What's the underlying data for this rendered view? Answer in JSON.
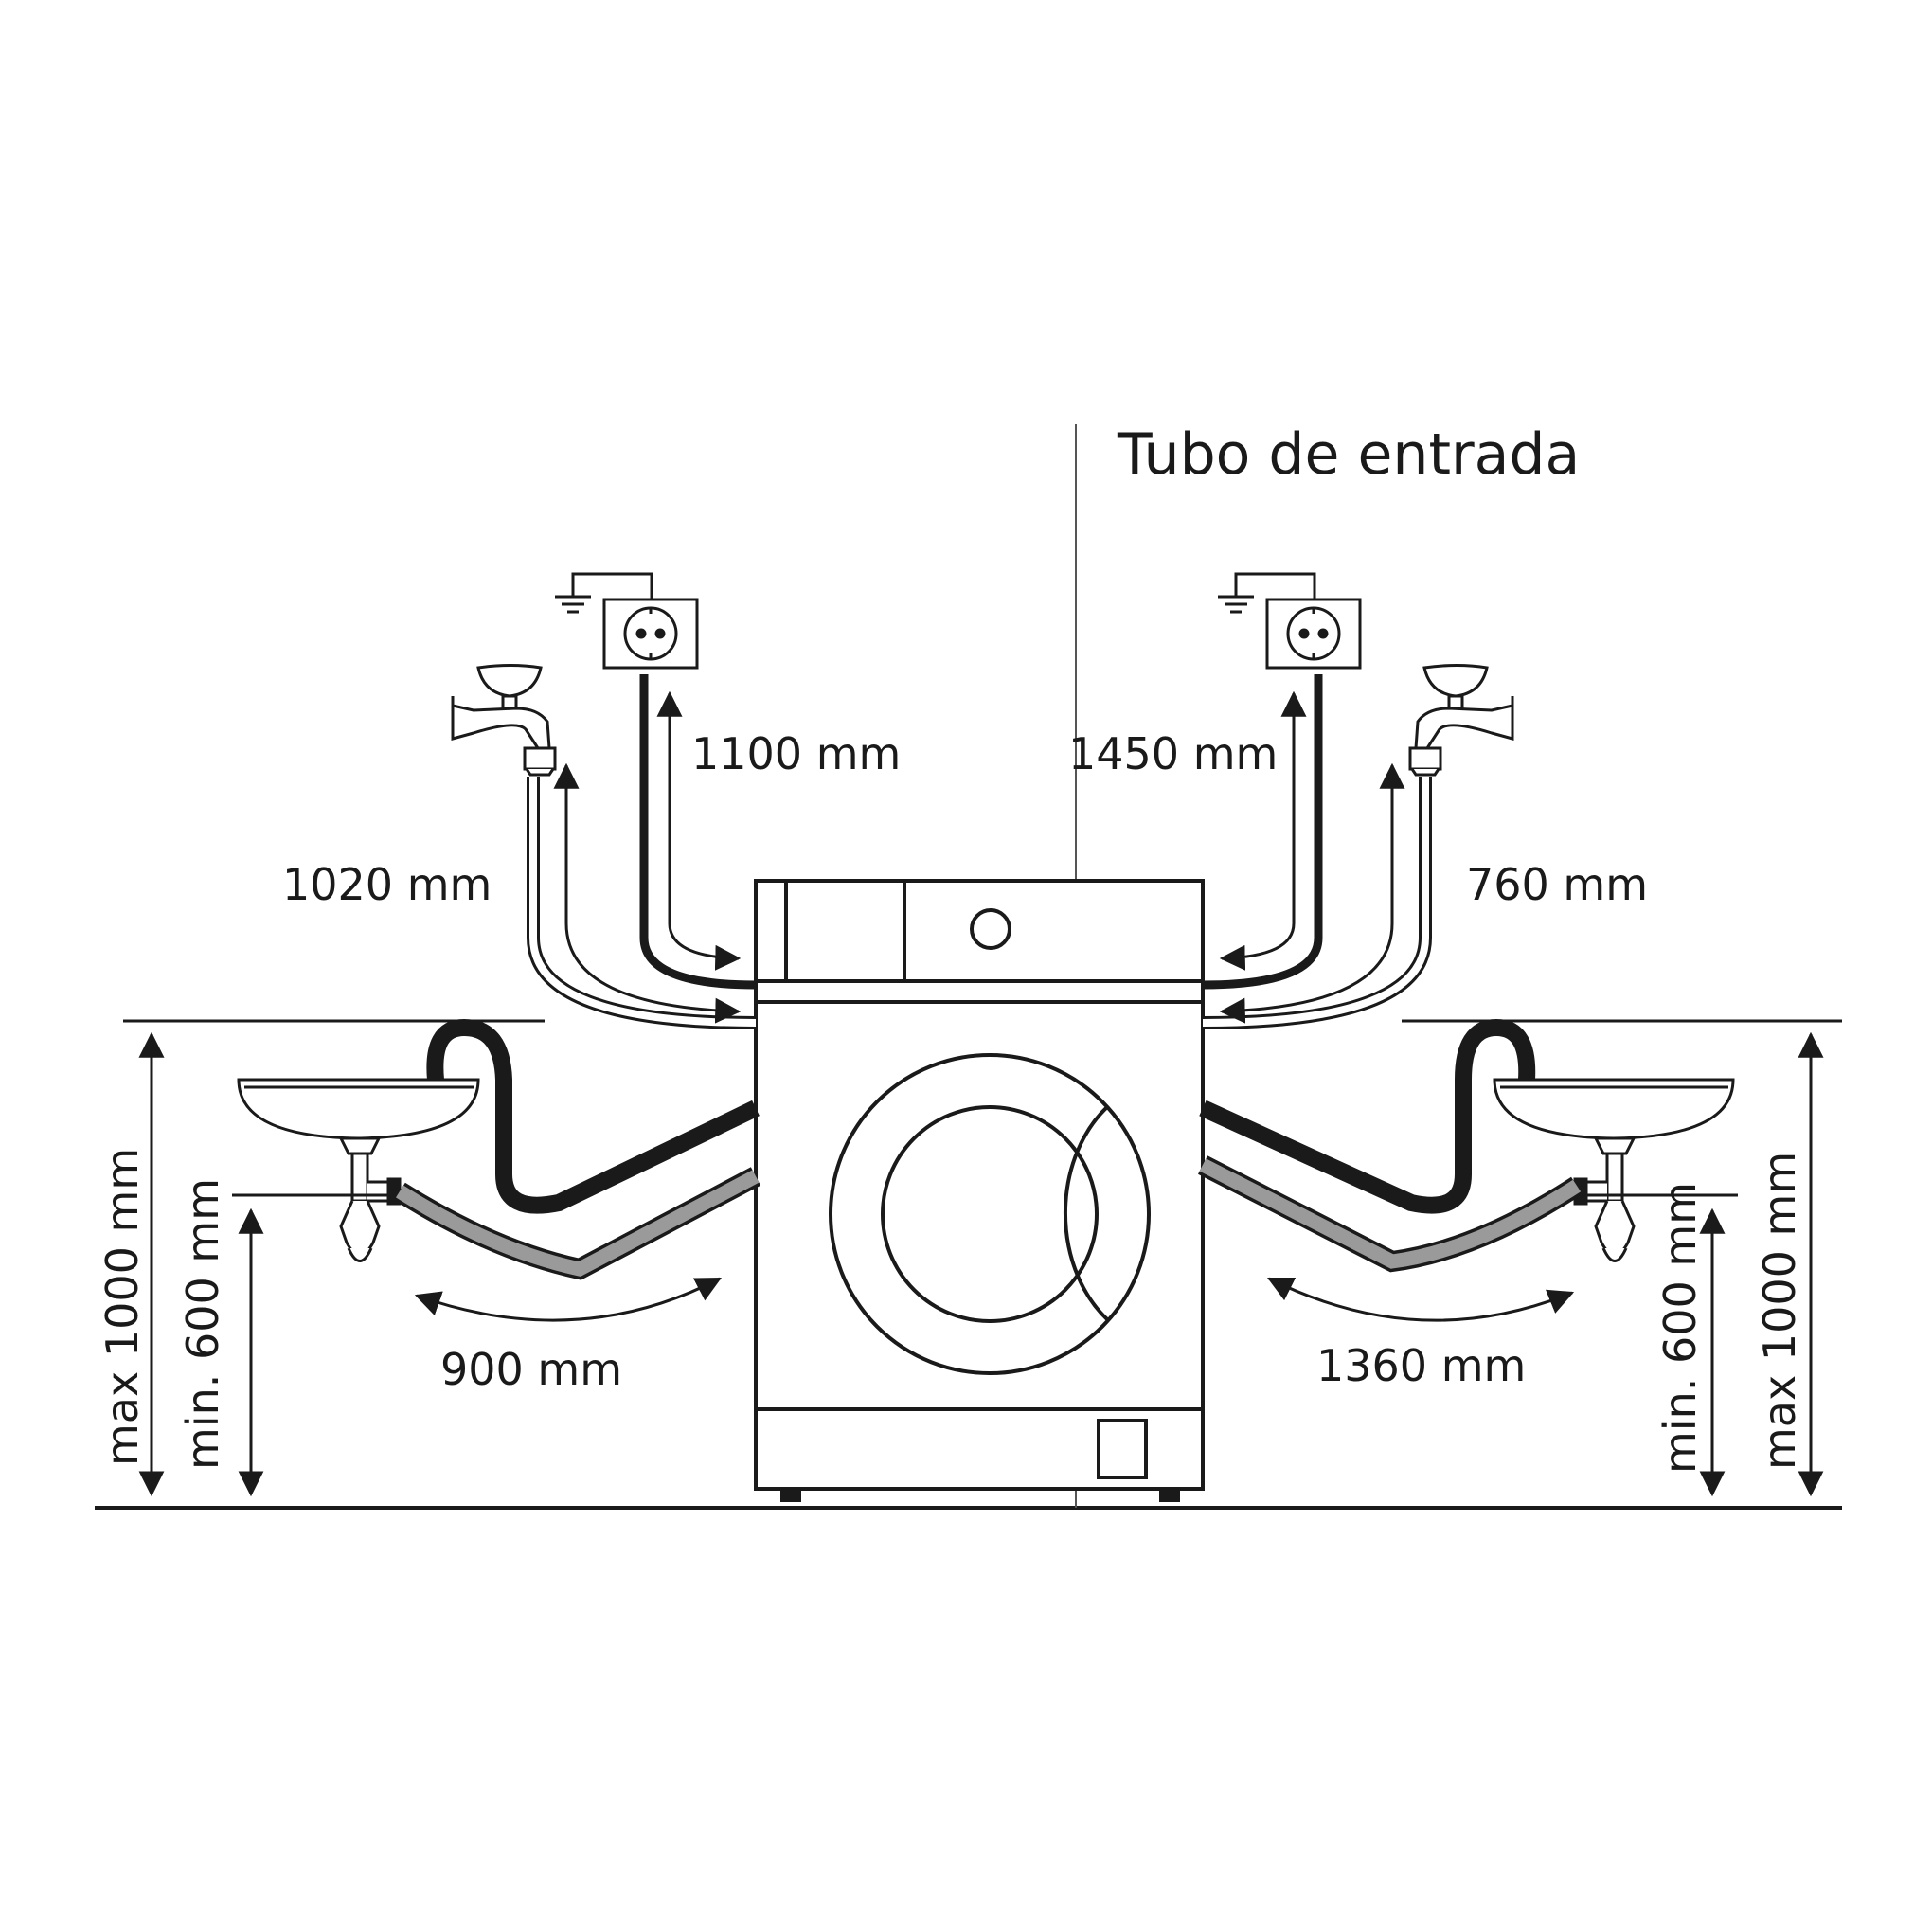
{
  "labels": {
    "title": "Tubo de entrada",
    "left_tap_hose": "1020 mm",
    "left_power_cord": "1100 mm",
    "right_power_cord": "1450 mm",
    "right_tap_hose": "760 mm",
    "left_drain_hose": "900 mm",
    "right_drain_hose": "1360 mm",
    "left_max_height": "max 1000 mm",
    "left_min_height": "min. 600 mm",
    "right_min_height": "min. 600 mm",
    "right_max_height": "max 1000 mm"
  },
  "colors": {
    "line": "#1a1a1a",
    "drain_hose_dark": "#1a1a1a",
    "drain_hose_gray": "#9a9a9a",
    "inlet_hose_light": "#bdbdbd"
  },
  "icons": [
    "socket-icon",
    "ground-icon",
    "tap-icon",
    "sink-icon",
    "washing-machine"
  ]
}
